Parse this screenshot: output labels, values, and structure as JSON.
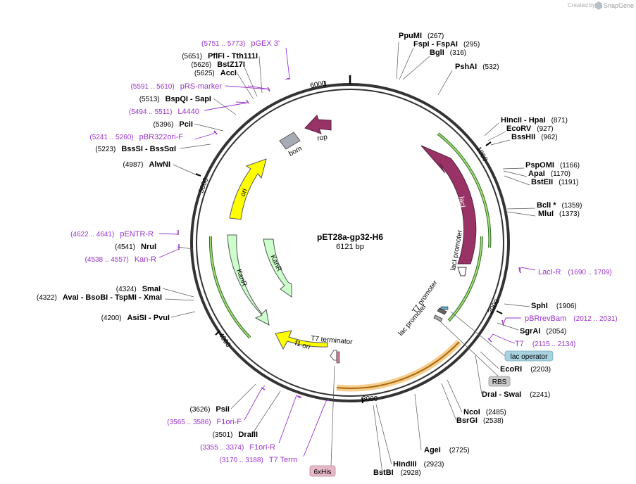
{
  "map": {
    "name": "pET28a-gp32-H6",
    "length": 6121,
    "length_label": "6121 bp",
    "credit_prefix": "Created by",
    "credit_brand": "SnapGene"
  },
  "ticks": [
    "1000",
    "2000",
    "3000",
    "4000",
    "5000",
    "6000"
  ],
  "sites": [
    {
      "name": "PpuMI",
      "pos": "(267)"
    },
    {
      "name": "FspI  -  FspAI",
      "pos": "(295)"
    },
    {
      "name": "BglI",
      "pos": "(316)"
    },
    {
      "name": "PshAI",
      "pos": "(532)"
    },
    {
      "name": "HincII  -  HpaI",
      "pos": "(871)"
    },
    {
      "name": "EcoRV",
      "pos": "(927)"
    },
    {
      "name": "BssHII",
      "pos": "(962)"
    },
    {
      "name": "PspOMI",
      "pos": "(1166)"
    },
    {
      "name": "ApaI",
      "pos": "(1170)"
    },
    {
      "name": "BstEII",
      "pos": "(1191)"
    },
    {
      "name": "BclI *",
      "pos": "(1359)"
    },
    {
      "name": "MluI",
      "pos": "(1373)"
    },
    {
      "name": "SphI",
      "pos": "(1906)"
    },
    {
      "name": "SgrAI",
      "pos": "(2054)"
    },
    {
      "name": "EcoRI",
      "pos": "(2203)"
    },
    {
      "name": "DraI  -  SwaI",
      "pos": "(2241)"
    },
    {
      "name": "NcoI",
      "pos": "(2485)"
    },
    {
      "name": "BsrGI",
      "pos": "(2538)"
    },
    {
      "name": "AgeI",
      "pos": "(2725)"
    },
    {
      "name": "HindIII",
      "pos": "(2923)"
    },
    {
      "name": "BstBI",
      "pos": "(2928)"
    },
    {
      "name": "DraIII",
      "pos": "(3501)"
    },
    {
      "name": "PsiI",
      "pos": "(3626)"
    },
    {
      "name": "AsiSI  -  PvuI",
      "pos": "(4200)"
    },
    {
      "name": "AvaI  -  BsoBI  -  TspMI  -  XmaI",
      "pos": "(4322)"
    },
    {
      "name": "SmaI",
      "pos": "(4324)"
    },
    {
      "name": "NruI",
      "pos": "(4541)"
    },
    {
      "name": "AlwNI",
      "pos": "(4987)"
    },
    {
      "name": "BssSI  -  BssSαI",
      "pos": "(5223)"
    },
    {
      "name": "PciI",
      "pos": "(5396)"
    },
    {
      "name": "BspQI  -  SapI",
      "pos": "(5513)"
    },
    {
      "name": "AccI",
      "pos": "(5625)"
    },
    {
      "name": "BstZ17I",
      "pos": "(5626)"
    },
    {
      "name": "PflFI  -  Tth111I",
      "pos": "(5651)"
    }
  ],
  "primers": [
    {
      "name": "LacI-R",
      "range": "(1690 .. 1709)"
    },
    {
      "name": "pBRrevBam",
      "range": "(2012 .. 2031)"
    },
    {
      "name": "T7",
      "range": "(2115 .. 2134)"
    },
    {
      "name": "F1ori-F",
      "range": "(3565 .. 3586)"
    },
    {
      "name": "F1ori-R",
      "range": "(3355 .. 3374)"
    },
    {
      "name": "T7 Term",
      "range": "(3170 .. 3188)"
    },
    {
      "name": "pENTR-R",
      "range": "(4622 .. 4641)"
    },
    {
      "name": "Kan-R",
      "range": "(4538 .. 4557)"
    },
    {
      "name": "pBR322ori-F",
      "range": "(5241 .. 5260)"
    },
    {
      "name": "L4440",
      "range": "(5494 .. 5511)"
    },
    {
      "name": "pRS-marker",
      "range": "(5591 .. 5610)"
    },
    {
      "name": "pGEX 3'",
      "range": "(5751 .. 5773)"
    }
  ],
  "features": {
    "lacI": "lacI",
    "lacI_promoter": "lacI promoter",
    "T7_promoter": "T7 promoter",
    "lac_promoter": "lac promoter",
    "T7_terminator": "T7 terminator",
    "f1_ori": "f1 ori",
    "KanR_outer": "KanR",
    "KanR_inner": "KanR",
    "ori": "ori",
    "bom": "bom",
    "rop": "rop"
  },
  "boxed_labels": {
    "lac_operator": "lac operator",
    "RBS": "RBS",
    "his_tag": "6xHis"
  },
  "colors": {
    "lacI": "#993366",
    "rop": "#993366",
    "KanR": "#ccffcc",
    "ori": "#ffff00",
    "f1_ori": "#ffff00",
    "bom": "#a6acb3",
    "gene_insert": "#f5b55c",
    "green_arc": "#66cc33",
    "primer": "#9933cc",
    "lac_operator_bg": "#a7d3e0",
    "RBS_bg": "#c8c8c8",
    "his_bg": "#e6b8c8"
  }
}
